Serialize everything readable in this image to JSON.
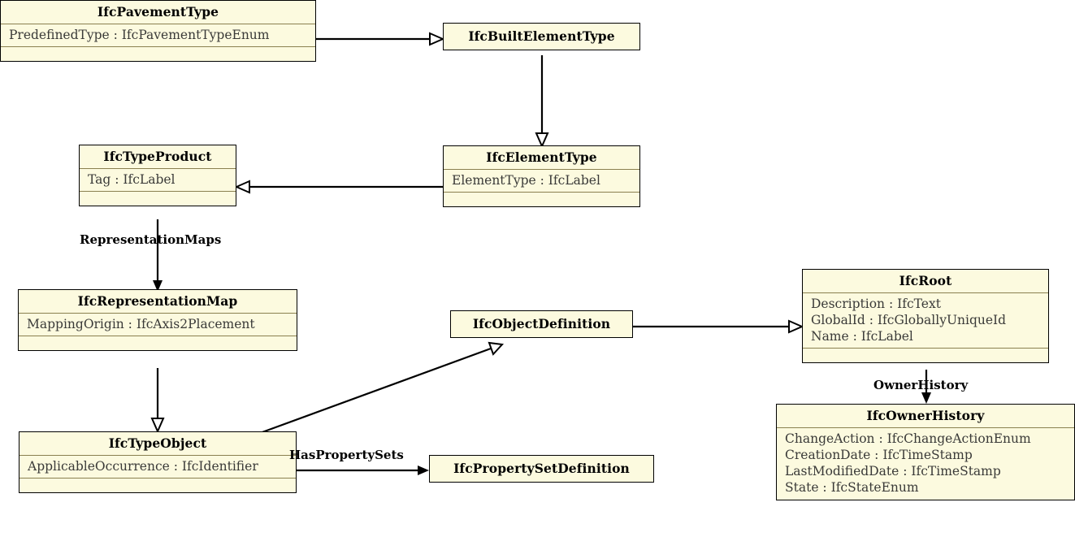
{
  "diagram": {
    "title": "IfcPavementType UML class diagram",
    "background_color": "#ffffff",
    "class_fill_color": "#fcfadf",
    "class_border_color": "#000000",
    "compartment_divider_color": "#8a8050"
  },
  "classes": [
    {
      "id": "IfcPavementType",
      "name": "IfcPavementType",
      "attributes": [
        "PredefinedType : IfcPavementTypeEnum"
      ],
      "operations": [],
      "has_operations_compartment": true
    },
    {
      "id": "IfcBuiltElementType",
      "name": "IfcBuiltElementType",
      "attributes": [],
      "operations": [],
      "has_operations_compartment": false
    },
    {
      "id": "IfcTypeProduct",
      "name": "IfcTypeProduct",
      "attributes": [
        "Tag : IfcLabel"
      ],
      "operations": [],
      "has_operations_compartment": true
    },
    {
      "id": "IfcElementType",
      "name": "IfcElementType",
      "attributes": [
        "ElementType : IfcLabel"
      ],
      "operations": [],
      "has_operations_compartment": true
    },
    {
      "id": "IfcRepresentationMap",
      "name": "IfcRepresentationMap",
      "attributes": [
        "MappingOrigin : IfcAxis2Placement"
      ],
      "operations": [],
      "has_operations_compartment": true
    },
    {
      "id": "IfcObjectDefinition",
      "name": "IfcObjectDefinition",
      "attributes": [],
      "operations": [],
      "has_operations_compartment": false
    },
    {
      "id": "IfcRoot",
      "name": "IfcRoot",
      "attributes": [
        "Description : IfcText",
        "GlobalId : IfcGloballyUniqueId",
        "Name : IfcLabel"
      ],
      "operations": [],
      "has_operations_compartment": true
    },
    {
      "id": "IfcTypeObject",
      "name": "IfcTypeObject",
      "attributes": [
        "ApplicableOccurrence : IfcIdentifier"
      ],
      "operations": [],
      "has_operations_compartment": true
    },
    {
      "id": "IfcPropertySetDefinition",
      "name": "IfcPropertySetDefinition",
      "attributes": [],
      "operations": [],
      "has_operations_compartment": false
    },
    {
      "id": "IfcOwnerHistory",
      "name": "IfcOwnerHistory",
      "attributes": [
        "ChangeAction : IfcChangeActionEnum",
        "CreationDate : IfcTimeStamp",
        "LastModifiedDate : IfcTimeStamp",
        "State : IfcStateEnum"
      ],
      "operations": [],
      "has_operations_compartment": false
    }
  ],
  "relationships": [
    {
      "from": "IfcPavementType",
      "to": "IfcBuiltElementType",
      "type": "generalization",
      "label": ""
    },
    {
      "from": "IfcBuiltElementType",
      "to": "IfcElementType",
      "type": "generalization",
      "label": ""
    },
    {
      "from": "IfcElementType",
      "to": "IfcTypeProduct",
      "type": "generalization",
      "label": ""
    },
    {
      "from": "IfcTypeProduct",
      "to": "IfcRepresentationMap",
      "type": "association",
      "label": "RepresentationMaps"
    },
    {
      "from": "IfcRepresentationMap",
      "to": "IfcTypeObject",
      "type": "generalization",
      "label": ""
    },
    {
      "from": "IfcTypeObject",
      "to": "IfcObjectDefinition",
      "type": "generalization",
      "label": ""
    },
    {
      "from": "IfcObjectDefinition",
      "to": "IfcRoot",
      "type": "generalization",
      "label": ""
    },
    {
      "from": "IfcTypeObject",
      "to": "IfcPropertySetDefinition",
      "type": "association",
      "label": "HasPropertySets"
    },
    {
      "from": "IfcRoot",
      "to": "IfcOwnerHistory",
      "type": "association",
      "label": "OwnerHistory"
    }
  ],
  "edge_labels": {
    "representation_maps": "RepresentationMaps",
    "has_property_sets": "HasPropertySets",
    "owner_history": "OwnerHistory"
  }
}
